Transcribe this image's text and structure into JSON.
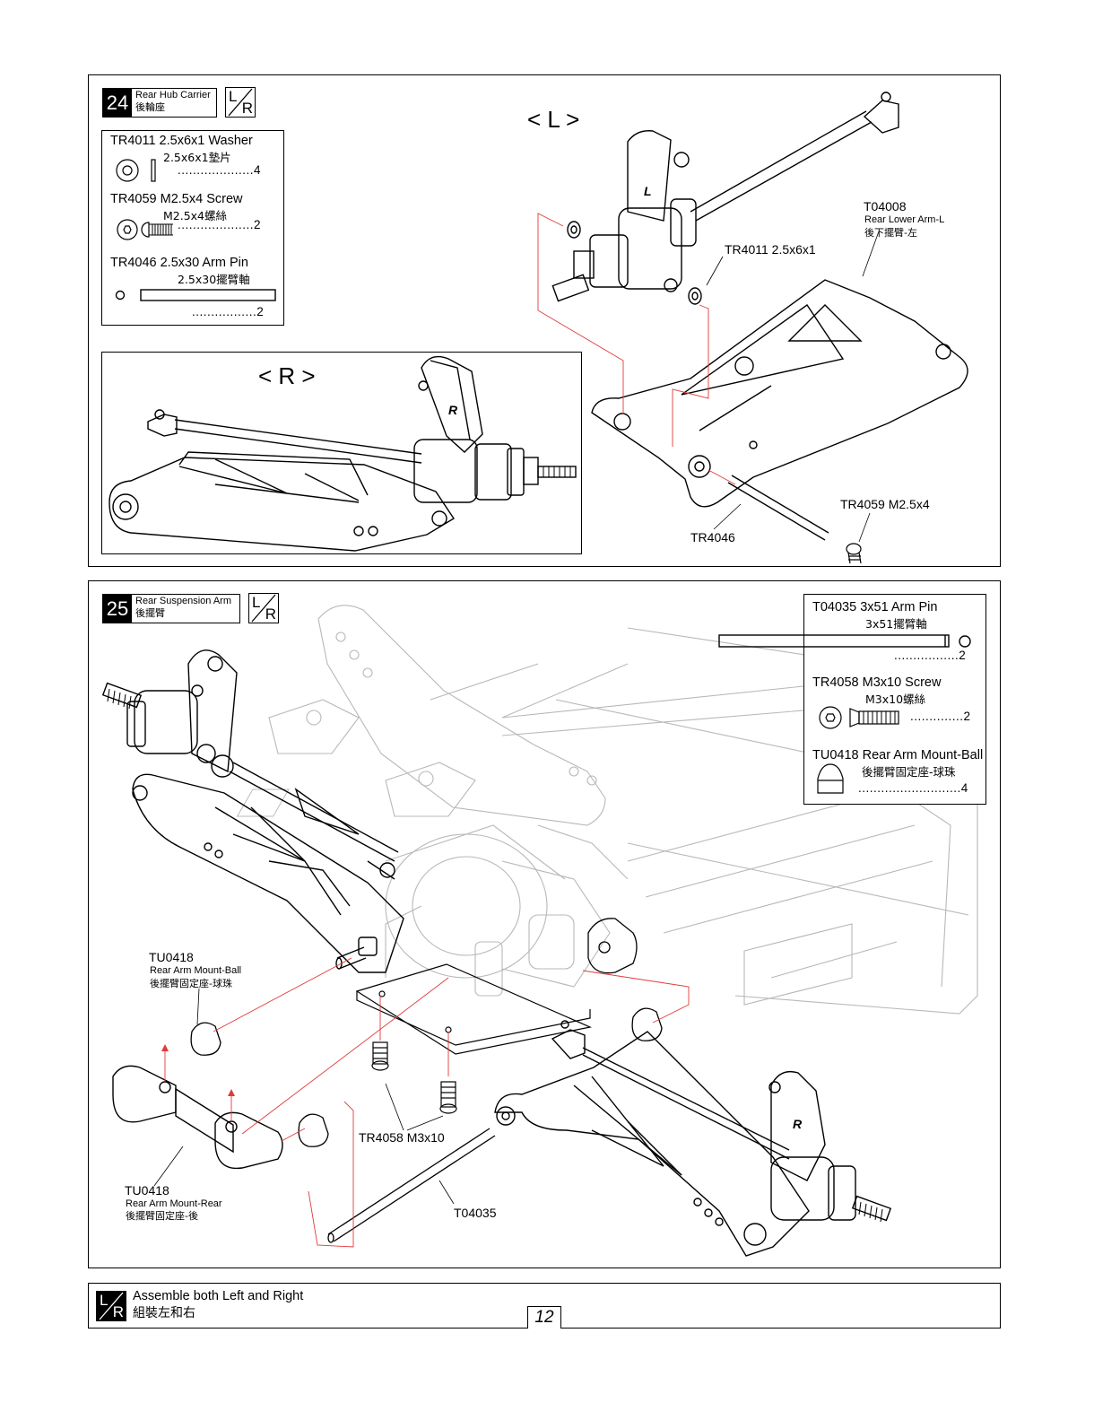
{
  "step24": {
    "number": "24",
    "title_en": "Rear Hub Carrier",
    "title_cn": "後輪座",
    "view_left": "< L >",
    "view_right": "< R >",
    "parts": [
      {
        "name": "TR4011 2.5x6x1 Washer",
        "cn": "2.5x6x1墊片",
        "qty": "....................4"
      },
      {
        "name": "TR4059  M2.5x4 Screw",
        "cn": "M2.5x4螺絲",
        "qty": "....................2"
      },
      {
        "name": "TR4046 2.5x30 Arm Pin",
        "cn": "2.5x30擺臂軸",
        "qty": ".................2"
      }
    ],
    "callouts": {
      "t04008": "T04008",
      "t04008_en": "Rear Lower Arm-L",
      "t04008_cn": "後下擺臂-左",
      "tr4011": "TR4011  2.5x6x1",
      "tr4059": "TR4059  M2.5x4",
      "tr4046": "TR4046"
    }
  },
  "step25": {
    "number": "25",
    "title_en": "Rear Suspension Arm",
    "title_cn": "後擺臂",
    "parts": [
      {
        "name": "T04035 3x51 Arm Pin",
        "cn": "3x51擺臂軸",
        "qty": ".................2"
      },
      {
        "name": "TR4058  M3x10 Screw",
        "cn": "M3x10螺絲",
        "qty": "..............2"
      },
      {
        "name": "TU0418 Rear Arm Mount-Ball",
        "cn": "後擺臂固定座-球珠",
        "qty": "...........................4"
      }
    ],
    "callouts": {
      "tu0418_ball": "TU0418",
      "tu0418_ball_en": "Rear Arm Mount-Ball",
      "tu0418_ball_cn": "後擺臂固定座-球珠",
      "tu0418_rear": "TU0418",
      "tu0418_rear_en": "Rear Arm Mount-Rear",
      "tu0418_rear_cn": "後擺臂固定座-後",
      "tr4058": "TR4058 M3x10",
      "t04035": "T04035"
    }
  },
  "lr_icon": {
    "l": "L",
    "r": "R"
  },
  "footer": {
    "note_en": "Assemble both Left and Right",
    "note_cn": "組裝左和右",
    "page_number": "12"
  },
  "colors": {
    "ink": "#000000",
    "leader_red": "#e23a3a",
    "faint": "#b8b8b8"
  }
}
